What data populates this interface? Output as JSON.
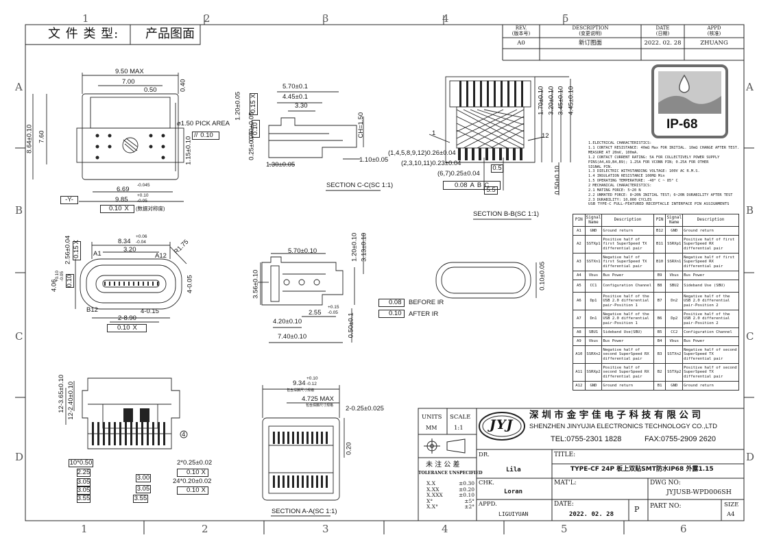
{
  "zones": {
    "top": [
      "1",
      "2",
      "3",
      "4",
      "5"
    ],
    "bottom": [
      "1",
      "2",
      "3",
      "4",
      "5",
      "6"
    ],
    "left": [
      "A",
      "B",
      "C",
      "D"
    ],
    "right": [
      "A",
      "B",
      "C",
      "D"
    ]
  },
  "header": {
    "doc_type_label": "文 件 类 型:",
    "doc_type_value": "产品图面"
  },
  "revision_block": {
    "headers": [
      {
        "en": "REV.",
        "cn": "(版本号)"
      },
      {
        "en": "DESCRIPTION",
        "cn": "(变更说明)"
      },
      {
        "en": "DATE",
        "cn": "(日期)"
      },
      {
        "en": "APPD",
        "cn": "(核准)"
      }
    ],
    "rows": [
      {
        "rev": "A0",
        "desc": "新订图面",
        "date": "2022. 02. 28",
        "appd": "ZHUANG"
      }
    ]
  },
  "badge": {
    "text": "IP-68"
  },
  "views": {
    "top_left": {
      "dims": [
        "9.50 MAX",
        "7.00",
        "0.50",
        "0.40",
        "8.64±0.10",
        "7.60",
        "⌀1.50 PICK AREA",
        "//",
        "0.10",
        "1.15±0.10",
        "6.69",
        "-0.045",
        "9.85",
        "+0.10",
        "-0.05",
        "-Y-",
        "0.10",
        "X",
        "(数据对称度)"
      ]
    },
    "section_c": {
      "dims": [
        "5.70±0.1",
        "4.45±0.1",
        "3.30",
        "1.20±0.05",
        "0.15",
        "X",
        "0.70±0.05",
        "0.10",
        "0.25±0.05",
        "CH=1.50",
        "1.30±0.05",
        "1.10±0.05"
      ],
      "title": "SECTION C-C(SC 1:1)"
    },
    "section_b": {
      "dims": [
        "(1,4,5,8,9,12)0.26±0.04",
        "(2,3,10,11)0.23±0.04",
        "(6,7)0.25±0.04",
        "0.08",
        "A",
        "B",
        "C",
        "0.5",
        "5.5",
        "1",
        "12",
        "1.70±0.10",
        "3.20±0.10",
        "3.45±0.10",
        "4.45±0.10",
        "0.50±0.10"
      ],
      "title": "SECTION B-B(SC 1:1)"
    },
    "front": {
      "dims": [
        "8.34",
        "+0.06",
        "-0.04",
        "3.20",
        "2.56±0.04",
        "0.15",
        "X",
        "A1",
        "A12",
        "R1.75",
        "4.06",
        "+0.10",
        "-0.05",
        "0.10",
        "4-0.05",
        "B12",
        "2-8.90",
        "4-0.15",
        "0.10",
        "X"
      ]
    },
    "side": {
      "dims": [
        "5.70±0.10",
        "1.20±0.10",
        "3.13±0.10",
        "3.56±0.10",
        "0.08",
        "BEFORE IR",
        "0.10",
        "AFTER IR",
        "2.55",
        "+0.15",
        "-0.05",
        "4.20±0.10",
        "0.50±0.1",
        "7.40±0.10"
      ]
    },
    "end_view": {
      "dims": [
        "0.10±0.05"
      ]
    },
    "bottom": {
      "dims": [
        "12-3.65±0.10",
        "12-2.40±0.10",
        "4",
        "10*0.50",
        "2.25",
        "3.05",
        "3.05",
        "3.55",
        "3.00",
        "3.05",
        "3.55",
        "2*0.25±0.02",
        "0.10",
        "X",
        "24*0.20±0.02",
        "0.10",
        "X"
      ]
    },
    "section_a": {
      "dims": [
        "9.34",
        "+0.10",
        "-0.12",
        "包含焊脚尺寸规格",
        "4.725 MAX",
        "包含焊脚尺寸规格",
        "2-0.25±0.025",
        "0.20"
      ],
      "title": "SECTION A-A(SC 1:1)"
    }
  },
  "notes": {
    "lines": [
      "1.ELECTRICAL CHARACTERISTICS:",
      "  1.1 CONTACT RESISTANCE: 40mΩ Max FOR INITIAL. 10mΩ CHANGE AFTER TEST.",
      "MEASURE AT 20mV, 100mA.",
      "  1.2 CONTACT CURRENT RATING: 5A FOR COLLECTIVELY POWER SUPPLY",
      "PINS(A4,A9,B4,B9); 1.25A FOR VCONN PIN; 0.25A FOR OTHER",
      "SIGNAL PIN.",
      "  1.3 DIELECTRIC WITHSTANDING VOLTAGE: 100V AC R.M.S.",
      "  1.4 INSULATION RESISTANCE 100MΩ Min",
      "  1.5 OPERATING TEMPERATURE: -40° C ~ 85° C",
      "2 MECHANICAL CHARACTERISTICS:",
      "  2.1 MATING FORCE: 5~20 N",
      "  2.2 UNMATED FORCE: 8~20N INITIAL TEST; 6~20N DURABILITY AFTER TEST",
      "  2.3 DURABILITY: 10,000 CYCLES"
    ],
    "table_title": "USB TYPE-C FULL-FEATURED RECEPTACLE INTERFACE PIN ASSIGNMENTS"
  },
  "pin_table": {
    "headers": [
      "PIN",
      "Signal Name",
      "Description",
      "PIN",
      "Signal Name",
      "Description"
    ],
    "rows": [
      [
        "A1",
        "GND",
        "Ground return",
        "B12",
        "GND",
        "Ground return"
      ],
      [
        "A2",
        "SSTXp1",
        "Positive half of first SuperSpeed TX differential pair",
        "B11",
        "SSRXp1",
        "Positive half of first SuperSpeed RX differential pair"
      ],
      [
        "A3",
        "SSTXn1",
        "Negative half of first SuperSpeed TX differential pair",
        "B10",
        "SSRXn1",
        "Negative half of first SuperSpeed RX differential pair"
      ],
      [
        "A4",
        "Vbus",
        "Bus Power",
        "B9",
        "Vbus",
        "Bus Power"
      ],
      [
        "A5",
        "CC1",
        "Configuration Channel",
        "B8",
        "SBU2",
        "Sideband Use (SBU)"
      ],
      [
        "A6",
        "Dp1",
        "Positive half of the USB 2.0 differential pair-Position 1",
        "B7",
        "Dn2",
        "Negative half of the USB 2.0 differential pair-Position 2"
      ],
      [
        "A7",
        "Dn1",
        "Negative half of the USB 2.0 differential pair-Position 1",
        "B6",
        "Dp2",
        "Positive half of the USB 2.0 differential pair-Position 2"
      ],
      [
        "A8",
        "SBU1",
        "Sideband Use(SBU)",
        "B5",
        "CC2",
        "Configuration Channel"
      ],
      [
        "A9",
        "Vbus",
        "Bus Power",
        "B4",
        "Vbus",
        "Bus Power"
      ],
      [
        "A10",
        "SSRXn2",
        "Negative half of second SuperSpeed RX differential pair",
        "B3",
        "SSTXn2",
        "Negative half of second SuperSpeed TX differential pair"
      ],
      [
        "A11",
        "SSRXp2",
        "Positive half of second SuperSpeed RX differential pair",
        "B2",
        "SSTXp2",
        "Positive half of second SuperSpeed TX differential pair"
      ],
      [
        "A12",
        "GND",
        "Ground return",
        "B1",
        "GND",
        "Ground return"
      ]
    ]
  },
  "title_block": {
    "units_label": "UNITS",
    "units_value": "MM",
    "scale_label": "SCALE",
    "scale_value": "1:1",
    "logo_text": "JYJ",
    "company_cn": "深 圳 市 金 宇 佳 电 子 科 技 有 限 公 司",
    "company_en": "SHENZHEN  JINYUJIA ELECTRONICS TECHNOLOGY CO.,LTD",
    "tel": "TEL:0755-2301 1828",
    "fax": "FAX:0755-2909 2620",
    "tolerance_cn": "未 注 公 差",
    "tolerance_en": "TOLERANCE UNSPECIFIED",
    "tolerances": [
      [
        "X.X",
        "±0.30"
      ],
      [
        "X.XX",
        "±0.20"
      ],
      [
        "X.XXX",
        "±0.10"
      ],
      [
        "X°",
        "±5°"
      ],
      [
        "X.X°",
        "±2°"
      ]
    ],
    "dr_label": "DR.",
    "dr_value": "Lila",
    "chk_label": "CHK.",
    "chk_value": "Loran",
    "appd_label": "APPD.",
    "appd_value": "LIGUIYUAN",
    "title_label": "TITLE:",
    "title_value": "TYPE-CF 24P 板上双贴SMT防水IP68 外露1.15",
    "matl_label": "MAT'L:",
    "date_label": "DATE:",
    "date_value": "2022. 02. 28",
    "sheet_marker": "P",
    "dwg_label": "DWG NO:",
    "dwg_value": "JYJUSB-WPD006SH",
    "part_label": "PART NO:",
    "size_label": "SIZE",
    "size_value": "A4"
  }
}
